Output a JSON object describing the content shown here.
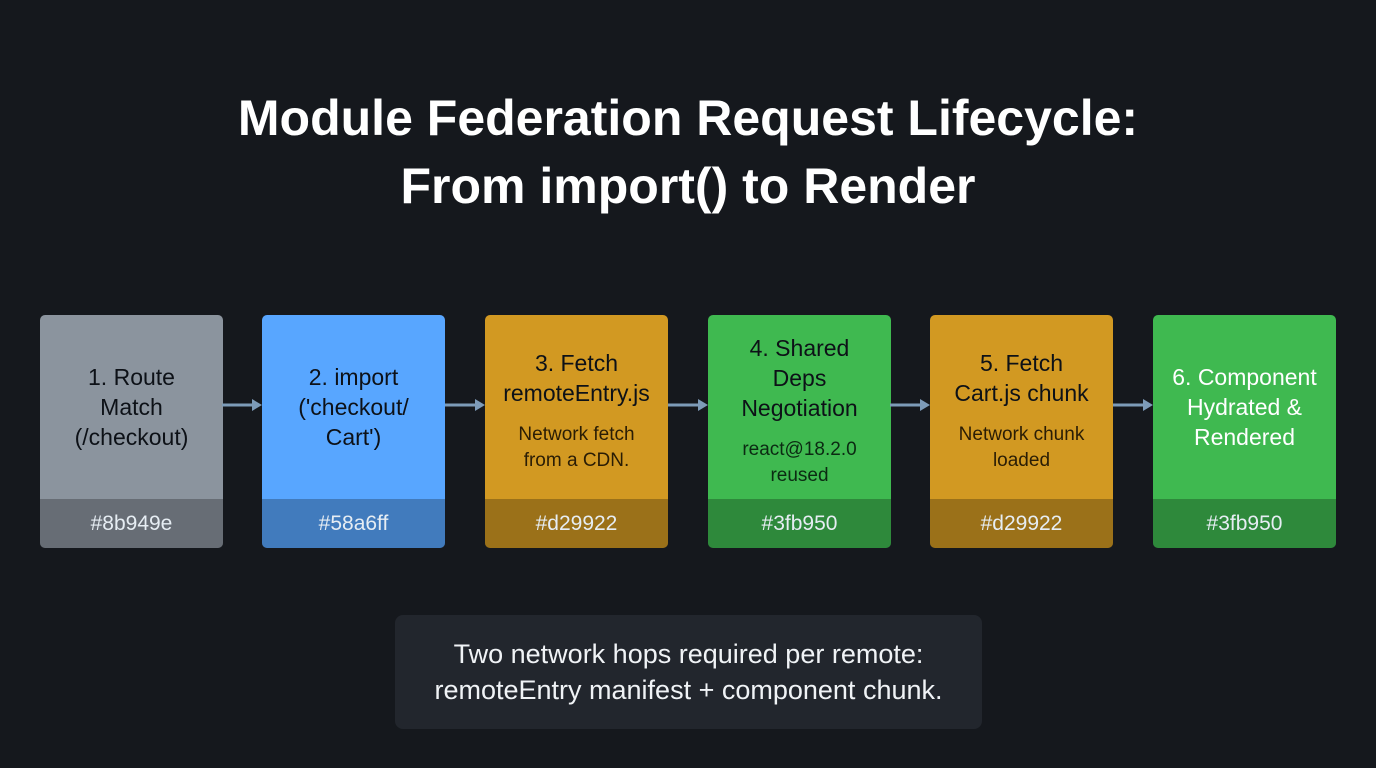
{
  "title": {
    "line1": "Module Federation Request Lifecycle:",
    "line2": "From import() to Render"
  },
  "steps": [
    {
      "title": "1. Route\nMatch\n(/checkout)",
      "note": "",
      "code": "#8b949e",
      "color": "#8b949e",
      "note_color": "#0d1117"
    },
    {
      "title": "2. import\n('checkout/\nCart')",
      "note": "",
      "code": "#58a6ff",
      "color": "#58a6ff",
      "note_color": "#0d1117"
    },
    {
      "title": "3. Fetch\nremoteEntry.js",
      "note": "Network fetch\nfrom a CDN.",
      "code": "#d29922",
      "color": "#d29922",
      "note_color": "#2a1d05"
    },
    {
      "title": "4. Shared\nDeps\nNegotiation",
      "note": "react@18.2.0\nreused",
      "code": "#3fb950",
      "color": "#3fb950",
      "note_color": "#0b2a12"
    },
    {
      "title": "5. Fetch\nCart.js chunk",
      "note": "Network chunk\nloaded",
      "code": "#d29922",
      "color": "#d29922",
      "note_color": "#2a1d05"
    },
    {
      "title": "6. Component\nHydrated &\nRendered",
      "note": "",
      "code": "#3fb950",
      "color": "#3fb950",
      "note_color": "#0b2a12"
    }
  ],
  "callout": {
    "line1": "Two network hops required per remote:",
    "line2": "remoteEntry manifest + component chunk."
  },
  "colors": {
    "background": "#15181d",
    "arrow": "#7d9bb8",
    "callout_bg": "#22262d"
  }
}
